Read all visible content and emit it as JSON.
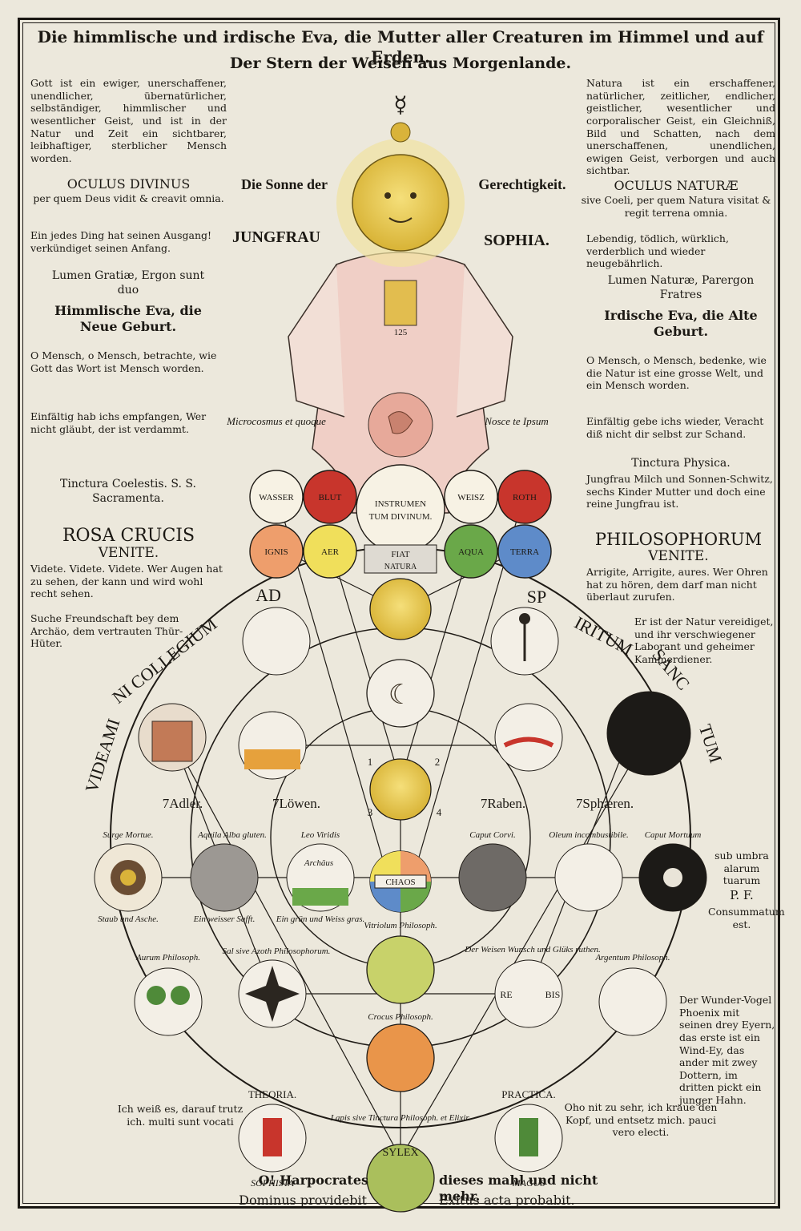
{
  "header": {
    "title": "Die himmlische und irdische Eva, die Mutter aller Creaturen im Himmel und auf Erden.",
    "subtitle": "Der Stern der Weisen aus Morgenlande."
  },
  "left": {
    "gott": "Gott ist ein ewiger, unerschaffener, unendlicher, übernatürlicher, selbständiger, himmlischer und wesentlicher Geist, und ist in der Natur und Zeit ein sichtbarer, leibhaftiger, sterblicher Mensch worden.",
    "oculus_title": "OCULUS DIVINUS",
    "oculus_text": "per quem Deus vidit & creavit omnia.",
    "ding": "Ein jedes Ding hat seinen Ausgang! verkündiget seinen Anfang.",
    "lumen": "Lumen Gratiæ, Ergon sunt duo",
    "eva": "Himmlische Eva, die Neue Geburt.",
    "mensch": "O Mensch, o Mensch, betrachte, wie Gott das Wort ist Mensch worden.",
    "einfaltig": "Einfältig hab ichs empfangen, Wer nicht gläubt, der ist verdammt.",
    "tinctura": "Tinctura Coelestis. S. S. Sacramenta.",
    "rosa": "ROSA CRUCIS",
    "venite": "VENITE.",
    "videte": "Videte. Videte. Videte. Wer Augen hat zu sehen, der kann und wird wohl recht sehen.",
    "suche": "Suche Freundschaft bey dem Archäo, dem vertrauten Thür-Hüter.",
    "ich": "Ich weiß es, darauf trutz ich. multi sunt vocati"
  },
  "right": {
    "natura": "Natura ist ein erschaffener, natürlicher, zeitlicher, endlicher, geistlicher, wesentlicher und corporalischer Geist, ein Gleichniß, Bild und Schatten, nach dem unerschaffenen, unendlichen, ewigen Geist, verborgen und auch sichtbar.",
    "oculus_title": "OCULUS NATURÆ",
    "oculus_text": "sive Coeli, per quem Natura visitat & regit terrena omnia.",
    "lebendig": "Lebendig, tödlich, würklich, verderblich und wieder neugebährlich.",
    "lumen": "Lumen Naturæ, Parergon Fratres",
    "eva": "Irdische Eva, die Alte Geburt.",
    "mensch": "O Mensch, o Mensch, bedenke, wie die Natur ist eine grosse Welt, und ein Mensch worden.",
    "einfaltig": "Einfältig gebe ichs wieder, Veracht diß nicht dir selbst zur Schand.",
    "tinctura": "Tinctura Physica.",
    "jungfrau": "Jungfrau Milch und Sonnen-Schwitz, sechs Kinder Mutter und doch eine reine Jungfrau ist.",
    "philo": "PHILOSOPHORUM",
    "venite": "VENITE.",
    "arrigite": "Arrigite, Arrigite, aures. Wer Ohren hat zu hören, dem darf man nicht überlaut zurufen.",
    "er": "Er ist der Natur vereidiget, und ihr verschwiegener Laborant und geheimer Kammerdiener.",
    "sub": "sub umbra alarum tuarum",
    "pf": "P. F.",
    "consum": "Consummatum est.",
    "wunder": "Der Wunder-Vogel Phoenix mit seinen drey Eyern, das erste ist ein Wind-Ey, das ander mit zwey Dottern, im dritten pickt ein junger Hahn.",
    "oho": "Oho nit zu sehr, ich kraue den Kopf, und entsetz mich. pauci vero electi."
  },
  "figure": {
    "sonne_left": "Die Sonne der",
    "sonne_right": "Gerechtigkeit.",
    "jungfrau": "JUNGFRAU",
    "sophia": "SOPHIA.",
    "microcosmus": "Microcosmus et quoque",
    "nosce": "Nosce te Ipsum",
    "wasser": "WASSER",
    "blut": "BLUT",
    "instrumen": "INSTRUMEN",
    "tum": "TUM DIVINUM.",
    "weisz": "WEISZ",
    "roth": "ROTH",
    "ignis": "IGNIS",
    "aer": "AER",
    "fiat": "FIAT",
    "natura": "NATURA",
    "aqua": "AQUA",
    "terra": "TERRA",
    "chaos": "CHAOS",
    "ad": "AD",
    "sp": "SP",
    "collegium": "NI COLLEGIUM",
    "iritum": "IRITUM",
    "sanc": "SANC",
    "videami": "VIDEAMI",
    "tum_r": "TUM",
    "adler": "7Adler.",
    "lowen": "7Löwen.",
    "raben": "7Raben.",
    "spharen": "7Sphæren.",
    "theoria": "THEORIA.",
    "practica": "PRACTICA.",
    "sophista": "SOPHISTA",
    "magus": "MAGUS",
    "sylex": "SYLEX",
    "rebis_l": "RE",
    "rebis_r": "BIS",
    "surge": "Surge Mortue.",
    "aquila": "Aquila Alba gluten.",
    "leo": "Leo Viridis",
    "caput_corvi": "Caput Corvi.",
    "oleum": "Oleum incombustibile.",
    "caput_mortuum": "Caput Mortuum",
    "vitriolum": "Vitriolum Philosoph.",
    "crocus": "Crocus Philosoph.",
    "lapis": "Lapis sive Tinctura Philosoph. et Elixir.",
    "argentum": "Argentum Philosoph.",
    "weisen": "Der Weisen Wunsch und Glüks ruthen.",
    "azoth": "Sal sive Azoth Philosophorum.",
    "aurum": "Aurum Philosoph.",
    "ein_weisser": "Ein weisser Safft.",
    "eingrun": "Ein grün und Weiss gras.",
    "staub": "Staub und Asche.",
    "archaus": "Archäus",
    "num3": "3",
    "num4": "4",
    "num1": "1",
    "num2": "2",
    "num125": "125"
  },
  "footer": {
    "l1": "O! Harpocrates",
    "r1": "dieses mahl und nicht mehr.",
    "l2": "Dominus providebit",
    "r2": "Exitus acta probabit."
  }
}
